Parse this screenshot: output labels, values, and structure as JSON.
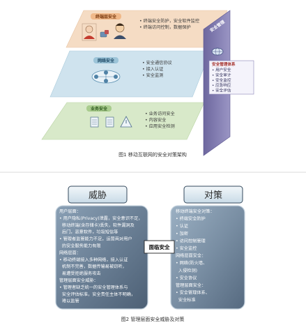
{
  "colors": {
    "top_layer": "#f5dcc4",
    "middle_layer": "#cfe3ee",
    "bottom_layer": "#d8e9c9",
    "side_panel": "#7d77ad",
    "threat_box": "#6f8499",
    "measure_box": "#7b90a5"
  },
  "figure1": {
    "caption": "图1 移动互联网的安全对策架构",
    "layers": [
      {
        "label": "终端层安全",
        "items": [
          "• 终端安全防护，安全软件监控",
          "• 终端访问控制，数据保护"
        ],
        "icons": [
          "user-icon",
          "device-icon",
          "user-icon"
        ]
      },
      {
        "label": "网络安全",
        "items": [
          "• 安全通信协议",
          "• 接入认证",
          "• 安全监测"
        ],
        "icons": [
          "network-cloud-icon"
        ]
      },
      {
        "label": "业务安全",
        "items": [
          "• 业务访问安全",
          "• 内容安全",
          "• 应用安全检测"
        ],
        "icons": [
          "document-icon",
          "document-icon",
          "warning-icon"
        ]
      }
    ],
    "side_panel": {
      "label": "安全管理",
      "box_title": "安全管理体系",
      "items": [
        "• 用户安全",
        "• 安全审计",
        "• 安全监控",
        "• 应急响应",
        "• 安全评估"
      ],
      "icon": "globe-icon"
    }
  },
  "figure2": {
    "caption": "图2 管理层面安全威胁及对策",
    "threats": {
      "title": "威胁",
      "lines": [
        "用户层面：",
        "• 用户隐私(Privacy)泄露，安全意识不足，",
        "  移动终端(含存储卡)丢失，软件漏洞及",
        "  后门，恶意软件，垃圾短信等",
        "• 管理者监管能力不足，运营商对用户",
        "  的安全服务能力有限",
        "网络层面：",
        "• 移动终端接入多种网络，接入认证",
        "  机制不完善，数据传输易被窃听，",
        "  易遭受拒绝服务攻击",
        "管理层面安全威胁：",
        "• 管理者缺乏统一的安全管理体系与",
        "  安全评估标准，安全责任主体不明确，",
        "  难以监管"
      ]
    },
    "center_label": "面临安全",
    "measures": {
      "title": "对策",
      "lines": [
        "移动终端安全对策：",
        "• 终端安全防护",
        "• 认证",
        "• 加密",
        "• 访问控制管理",
        "• 安全监控",
        "网络层面安全：",
        "• 网络(防火墙、",
        "  入侵检测)",
        "• 安全协议",
        "管理层面安全：",
        "• 安全管理体系、",
        "  安全标准"
      ]
    }
  }
}
